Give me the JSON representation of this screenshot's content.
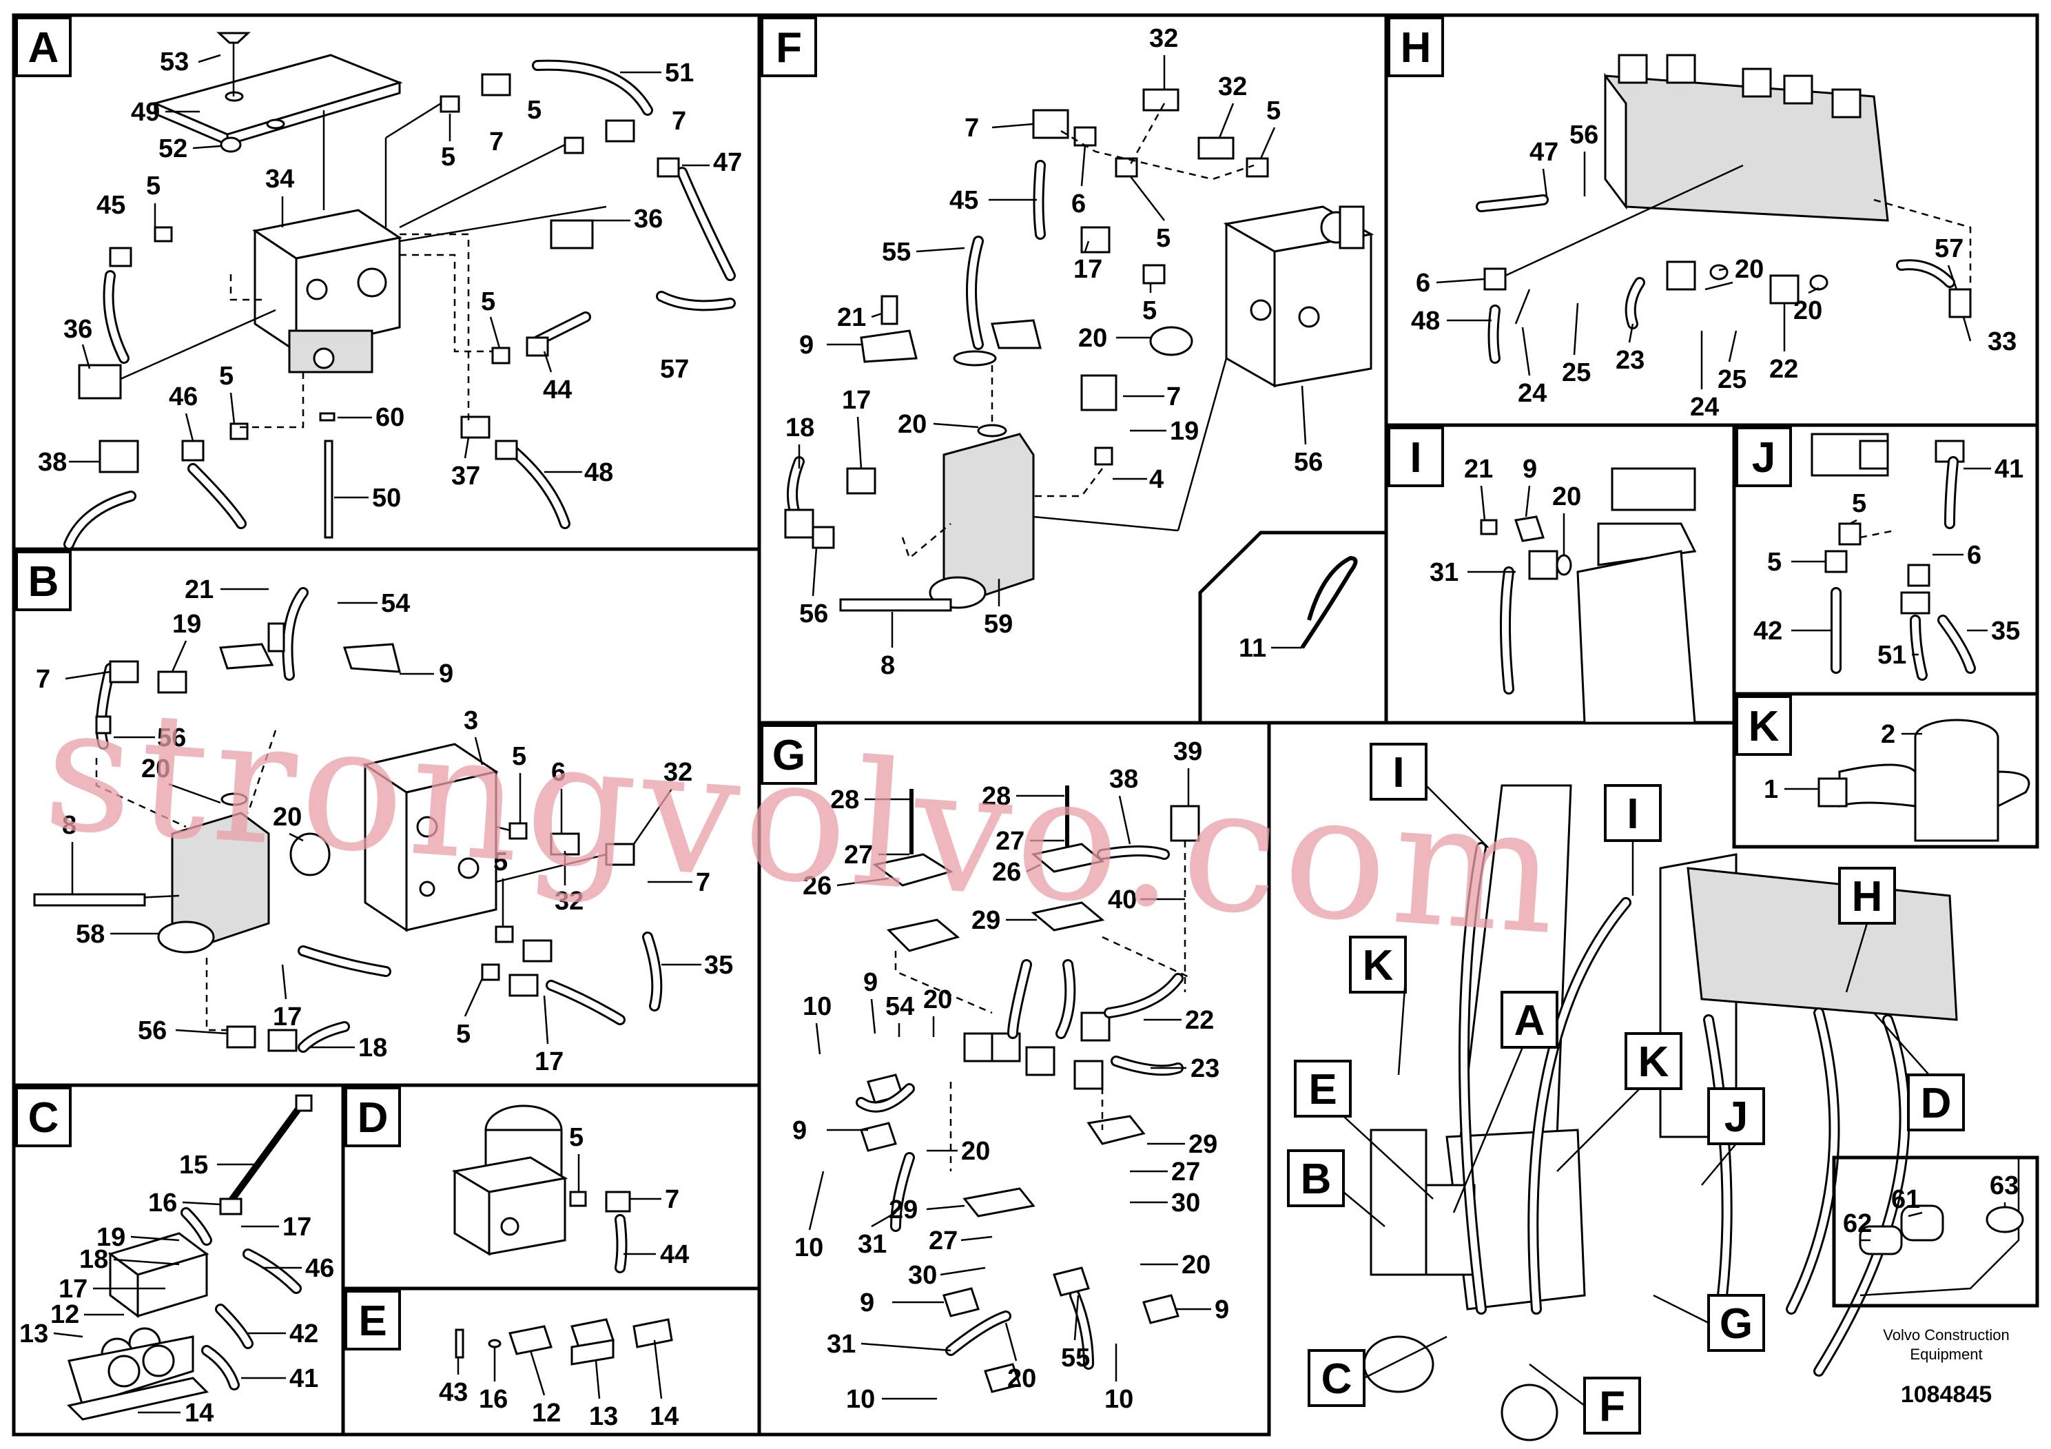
{
  "sections": {
    "A": {
      "letter": "A",
      "labels": [
        "53",
        "51",
        "49",
        "7",
        "5",
        "7",
        "52",
        "5",
        "47",
        "34",
        "45",
        "5",
        "36",
        "5",
        "36",
        "44",
        "57",
        "46",
        "5",
        "60",
        "38",
        "37",
        "48",
        "50"
      ]
    },
    "B": {
      "letter": "B",
      "labels": [
        "21",
        "54",
        "19",
        "7",
        "9",
        "56",
        "3",
        "20",
        "5",
        "6",
        "32",
        "8",
        "20",
        "5",
        "7",
        "32",
        "58",
        "35",
        "17",
        "56",
        "5",
        "18",
        "17"
      ]
    },
    "C": {
      "letter": "C",
      "labels": [
        "15",
        "16",
        "17",
        "19",
        "46",
        "18",
        "17",
        "12",
        "42",
        "13",
        "41",
        "14"
      ]
    },
    "D": {
      "letter": "D",
      "labels": [
        "5",
        "7",
        "44"
      ]
    },
    "E": {
      "letter": "E",
      "labels": [
        "43",
        "16",
        "12",
        "13",
        "14"
      ]
    },
    "F": {
      "letter": "F",
      "labels": [
        "32",
        "32",
        "7",
        "5",
        "45",
        "6",
        "5",
        "55",
        "17",
        "5",
        "21",
        "20",
        "9",
        "7",
        "20",
        "19",
        "18",
        "17",
        "56",
        "4",
        "56",
        "59",
        "8"
      ]
    },
    "G": {
      "letter": "G",
      "labels": [
        "39",
        "28",
        "28",
        "38",
        "27",
        "27",
        "26",
        "26",
        "40",
        "29",
        "10",
        "9",
        "54",
        "20",
        "22",
        "23",
        "9",
        "20",
        "29",
        "27",
        "30",
        "10",
        "31",
        "29",
        "27",
        "30",
        "20",
        "9",
        "9",
        "31",
        "55",
        "10",
        "20",
        "10"
      ]
    },
    "H": {
      "letter": "H",
      "labels": [
        "47",
        "56",
        "57",
        "6",
        "20",
        "48",
        "20",
        "23",
        "33",
        "25",
        "22",
        "24",
        "25",
        "24"
      ]
    },
    "I": {
      "letter": "I",
      "labels": [
        "21",
        "9",
        "20",
        "31"
      ]
    },
    "J": {
      "letter": "J",
      "labels": [
        "41",
        "5",
        "5",
        "6",
        "42",
        "51",
        "35"
      ]
    },
    "K": {
      "letter": "K",
      "labels": [
        "2",
        "1"
      ]
    },
    "L": {
      "labels": [
        "11"
      ]
    },
    "overview": {
      "letters": [
        "I",
        "I",
        "H",
        "K",
        "A",
        "E",
        "K",
        "J",
        "D",
        "B",
        "G",
        "C",
        "F"
      ]
    },
    "seals": {
      "labels": [
        "63",
        "61",
        "62"
      ]
    }
  },
  "footer": {
    "company_line1": "Volvo Construction",
    "company_line2": "Equipment",
    "drawing_number": "1084845"
  },
  "watermark": "strongvolvo.com"
}
